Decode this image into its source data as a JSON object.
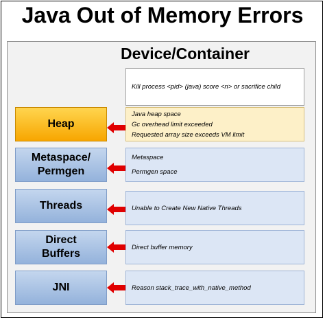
{
  "title": "Java Out of Memory Errors",
  "container_title": "Device/Container",
  "top_message": "Kill process <pid> (java) score <n> or sacrifice child",
  "rows": [
    {
      "label_lines": [
        "Heap"
      ],
      "messages": [
        "Java heap space",
        "Gc overhead limit exceeded",
        "Requested array size exceeds VM limit"
      ]
    },
    {
      "label_lines": [
        "Metaspace/",
        "Permgen"
      ],
      "messages": [
        "Metaspace",
        "Permgen space"
      ]
    },
    {
      "label_lines": [
        "Threads"
      ],
      "messages": [
        "Unable to Create New Native Threads"
      ]
    },
    {
      "label_lines": [
        "Direct",
        "Buffers"
      ],
      "messages": [
        "Direct buffer memory"
      ]
    },
    {
      "label_lines": [
        "JNI"
      ],
      "messages": [
        "Reason stack_trace_with_native_method"
      ]
    }
  ],
  "colors": {
    "heap_fill": "#f7a600",
    "box_fill": "#94b2db",
    "arrow": "#e00000"
  },
  "icons": {
    "arrow": "left-arrow-icon"
  }
}
